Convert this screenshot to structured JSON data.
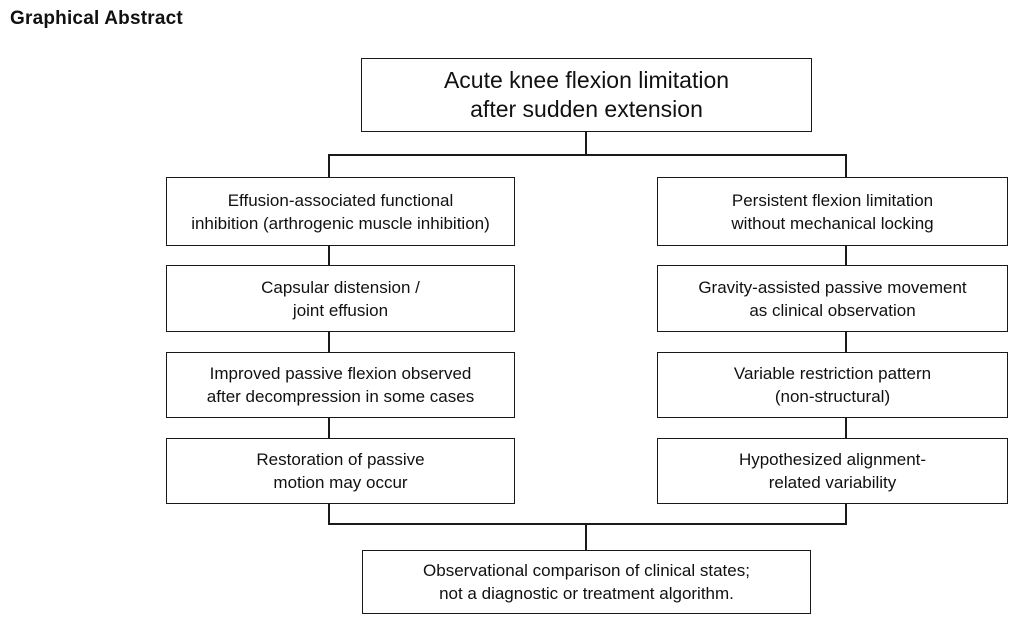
{
  "header": {
    "title": "Graphical Abstract"
  },
  "diagram": {
    "top": {
      "lines": [
        "Acute knee flexion limitation",
        "after sudden extension"
      ]
    },
    "left_column": [
      {
        "lines": [
          "Effusion-associated functional",
          "inhibition (arthrogenic muscle inhibition)"
        ]
      },
      {
        "lines": [
          "Capsular distension /",
          "joint effusion"
        ]
      },
      {
        "lines": [
          "Improved passive flexion observed",
          "after decompression in some cases"
        ]
      },
      {
        "lines": [
          "Restoration of passive",
          "motion may occur"
        ]
      }
    ],
    "right_column": [
      {
        "lines": [
          "Persistent flexion limitation",
          "without mechanical locking"
        ]
      },
      {
        "lines": [
          "Gravity-assisted passive movement",
          "as clinical observation"
        ]
      },
      {
        "lines": [
          "Variable restriction pattern",
          "(non-structural)"
        ]
      },
      {
        "lines": [
          "Hypothesized alignment-",
          "related variability"
        ]
      }
    ],
    "bottom": {
      "lines": [
        "Observational comparison of clinical states;",
        "not a diagnostic or treatment algorithm."
      ]
    }
  }
}
